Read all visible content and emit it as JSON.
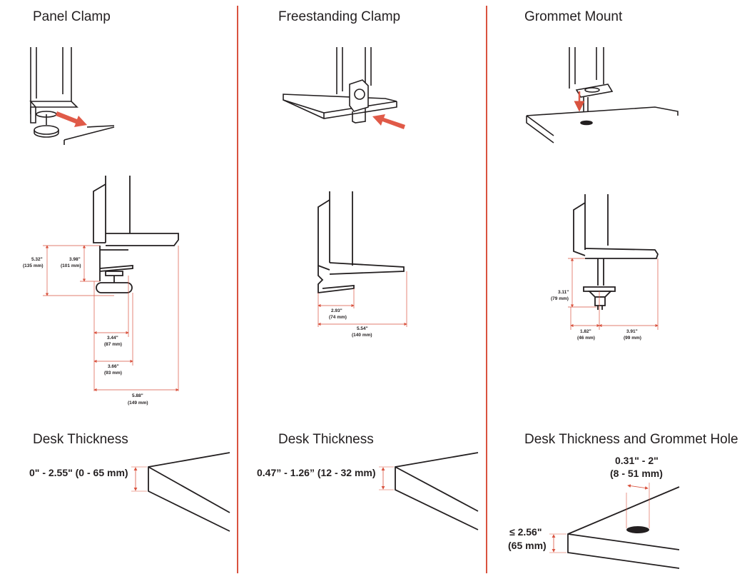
{
  "columns": [
    {
      "title": "Panel Clamp",
      "dims": {
        "h1": "5.32\"",
        "h1_mm": "(135 mm)",
        "h2": "3.98\"",
        "h2_mm": "(101 mm)",
        "w1": "3.44\"",
        "w1_mm": "(87 mm)",
        "w2": "3.66\"",
        "w2_mm": "(93 mm)",
        "w3": "5.88\"",
        "w3_mm": "(149 mm)"
      },
      "thickness_title": "Desk Thickness",
      "thickness_label": "0\" - 2.55\" (0 - 65 mm)"
    },
    {
      "title": "Freestanding Clamp",
      "dims": {
        "w1": "2.93\"",
        "w1_mm": "(74 mm)",
        "w2": "5.54\"",
        "w2_mm": "(140 mm)"
      },
      "thickness_title": "Desk Thickness",
      "thickness_label": "0.47” - 1.26” (12 - 32 mm)"
    },
    {
      "title": "Grommet Mount",
      "dims": {
        "h1": "3.11\"",
        "h1_mm": "(79 mm)",
        "w1": "1.82\"",
        "w1_mm": "(46 mm)",
        "w2": "3.91\"",
        "w2_mm": "(99 mm)"
      },
      "thickness_title": "Desk Thickness and Grommet Hole",
      "hole_label": "0.31\" - 2\"",
      "hole_label_mm": "(8 - 51 mm)",
      "thickness_label": "≤ 2.56\"",
      "thickness_label_mm": "(65 mm)"
    }
  ],
  "colors": {
    "accent": "#e05a48",
    "line": "#231f20",
    "dim": "#d9533f"
  }
}
